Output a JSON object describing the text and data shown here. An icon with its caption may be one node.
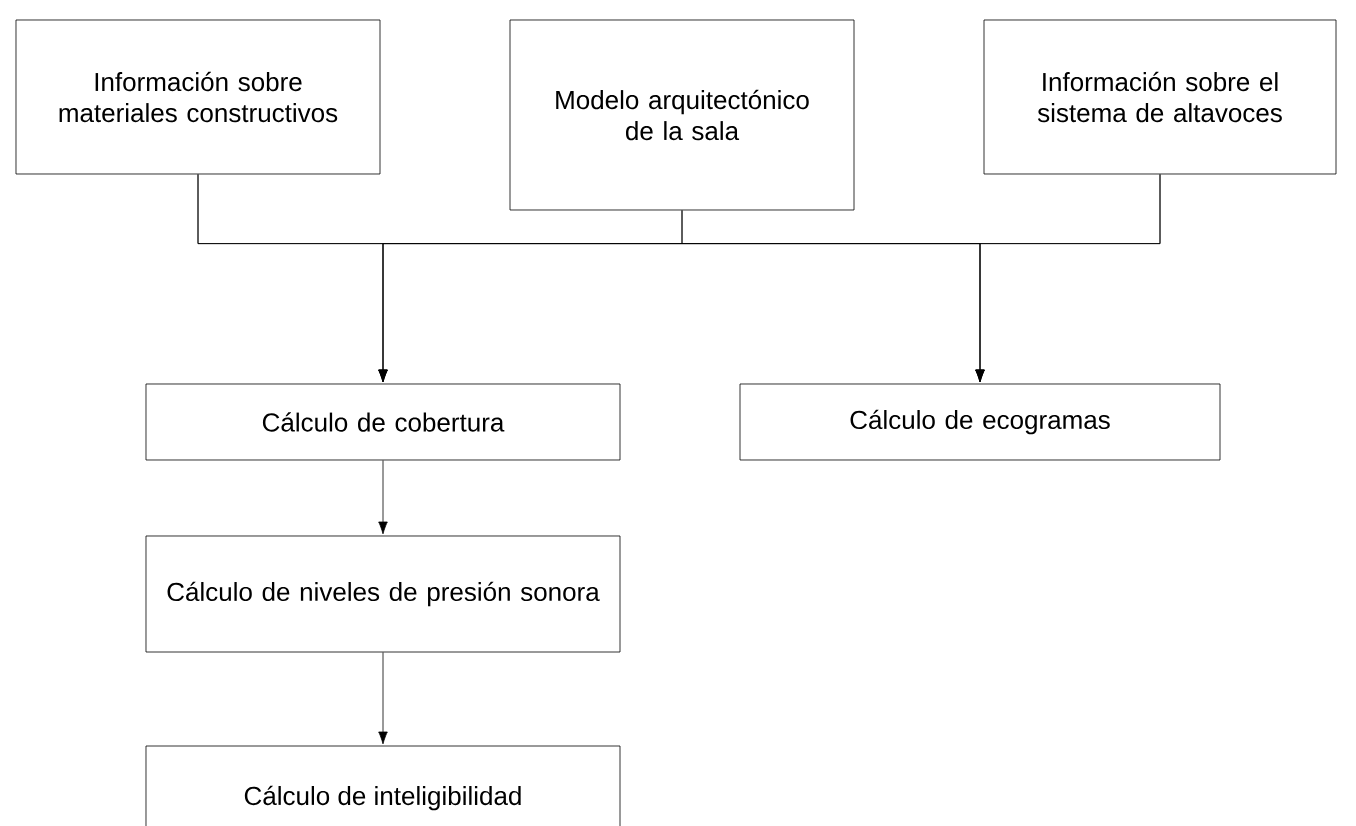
{
  "diagram": {
    "nodes": [
      {
        "text": [
          "Información sobre materiales constructivos"
        ]
      },
      {
        "text": [
          "Modelo arquitectónico de la sala"
        ]
      },
      {
        "text": [
          "Información sobre el sistema de altavoces"
        ]
      },
      {
        "text": [
          "Cálculo de cobertura"
        ]
      },
      {
        "text": [
          "Cálculo de ecogramas"
        ]
      },
      {
        "text": [
          "Cálculo de niveles de presión sonora"
        ]
      },
      {
        "text": [
          "Cálculo de inteligibilidad"
        ]
      }
    ],
    "edges": [
      {
        "from": 0,
        "to": 3,
        "arrow": "to"
      },
      {
        "from": 1,
        "to": 3,
        "arrow": "to"
      },
      {
        "from": 2,
        "to": 3,
        "arrow": "to"
      },
      {
        "from": 0,
        "to": 4,
        "arrow": "to"
      },
      {
        "from": 1,
        "to": 4,
        "arrow": "to"
      },
      {
        "from": 2,
        "to": 4,
        "arrow": "to"
      },
      {
        "from": 3,
        "to": 5,
        "arrow": "to"
      },
      {
        "from": 5,
        "to": 6,
        "arrow": "to"
      }
    ]
  }
}
